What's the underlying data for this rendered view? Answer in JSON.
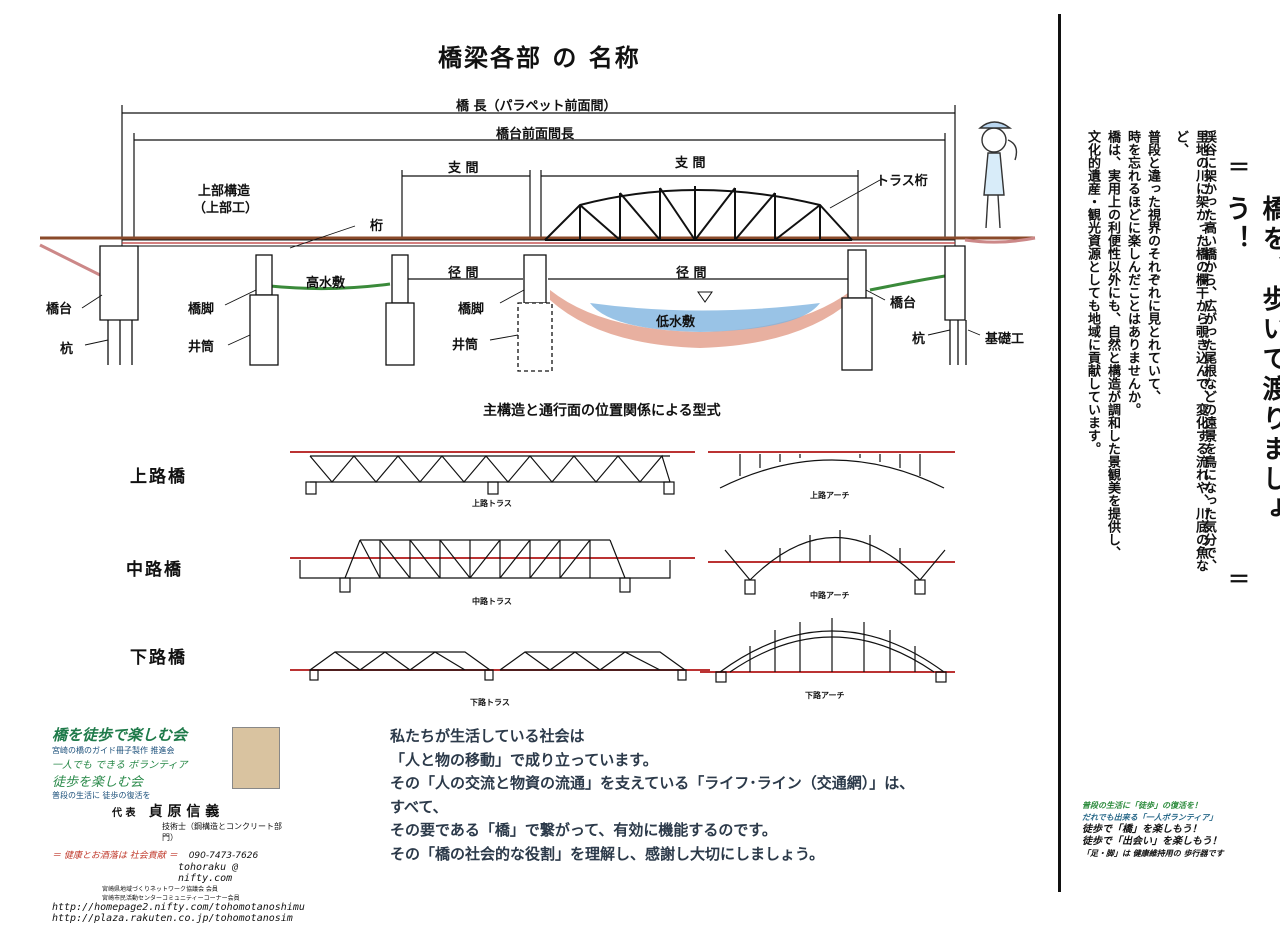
{
  "title": "橋梁各部 の 名称",
  "labels": {
    "bridge_length": "橋 長（パラペット前面間）",
    "abutment_length": "橋台前面間長",
    "span1": "支 間",
    "span2": "支 間",
    "superstructure": "上部構造",
    "superstructure_paren": "（上部工）",
    "girder": "桁",
    "truss_girder": "トラス桁",
    "high_water_bed": "高水敷",
    "clear_span1": "径 間",
    "clear_span2": "径 間",
    "abutment_left": "橋台",
    "pier_left": "橋脚",
    "pile_left": "杭",
    "well_left": "井筒",
    "pier_mid": "橋脚",
    "well_mid": "井筒",
    "low_water_bed": "低水敷",
    "abutment_right": "橋台",
    "pile_right": "杭",
    "foundation": "基礎工"
  },
  "types": {
    "heading": "主構造と通行面の位置関係による型式",
    "deck": "上路橋",
    "half_through": "中路橋",
    "through": "下路橋",
    "deck_truss": "上路トラス",
    "deck_arch": "上路アーチ",
    "half_truss": "中路トラス",
    "half_arch": "中路アーチ",
    "through_truss": "下路トラス",
    "through_arch": "下路アーチ"
  },
  "right_panel": {
    "mark_top": "＝",
    "vertical_title": "橋を、歩いて渡りましょう！",
    "mark_bottom": "＝",
    "lines": [
      "渓谷に架かった高い橋から、広がった尾根などの遠景を鳥になった気分で、",
      "里地の川に架かった橋の欄干から覗き込んで、変化する流れや、川底の魚など、",
      "普段と違った視界のそれぞれに見とれていて、",
      "時を忘れるほどに楽しんだことはありませんか。",
      "橋は、実用上の利便性以外にも、自然と構造が調和した景観美を提供し、",
      "文化的遺産・観光資源としても地域に貢献しています。"
    ],
    "slogan": [
      "普段の生活に「徒歩」の復活を！",
      "だれでも出来る「一人ボランティア」",
      "徒歩で「橋」を楽しもう！",
      "徒歩で「出会い」を楽しもう！",
      "「足・脚」は 健康維持用の 歩行器です"
    ]
  },
  "message": [
    "私たちが生活している社会は",
    "「人と物の移動」で成り立っています。",
    "その「人の交流と物資の流通」を支えている「ライフ･ライン（交通網）」は、",
    "すべて、",
    "その要である「橋」で繋がって、有効に機能するのです。",
    "その「橋の社会的な役割」を理解し、感謝し大切にしましょう。"
  ],
  "logo": {
    "name": "橋を徒歩で楽しむ会",
    "name_sub": "宮崎の橋のガイド冊子製作 推進会",
    "volunteer": "一人でも できる ボランティア",
    "name2": "徒歩を楽しむ会",
    "name2_sub": "普段の生活に 徒歩の復活を",
    "rep_label": "代 表",
    "rep_name": "貞 原 信 義",
    "title": "技術士（鋼構造とコンクリート部門）",
    "health": "＝ 健康とお酒落は 社会貢献 ＝",
    "phone": "090-7473-7626",
    "email": "tohoraku @ nifty.com",
    "org1": "宮崎県地域づくりネットワーク協議会 会員",
    "org2": "宮崎市民活動センターコミュニティーコーナー会員",
    "url1": "http://homepage2.nifty.com/tohomotanoshimu",
    "url2": "http://plaza.rakuten.co.jp/tohomotanosim"
  }
}
